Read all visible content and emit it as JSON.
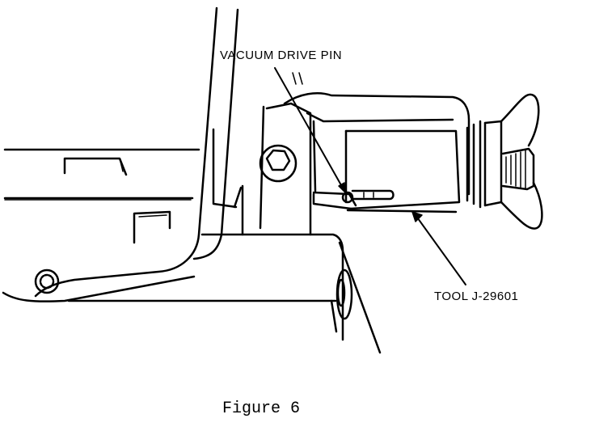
{
  "labels": {
    "vacuum_drive_pin": "VACUUM DRIVE PIN",
    "tool": "TOOL J-29601"
  },
  "caption": "Figure 6",
  "colors": {
    "ink": "#000000",
    "paper": "#ffffff"
  }
}
